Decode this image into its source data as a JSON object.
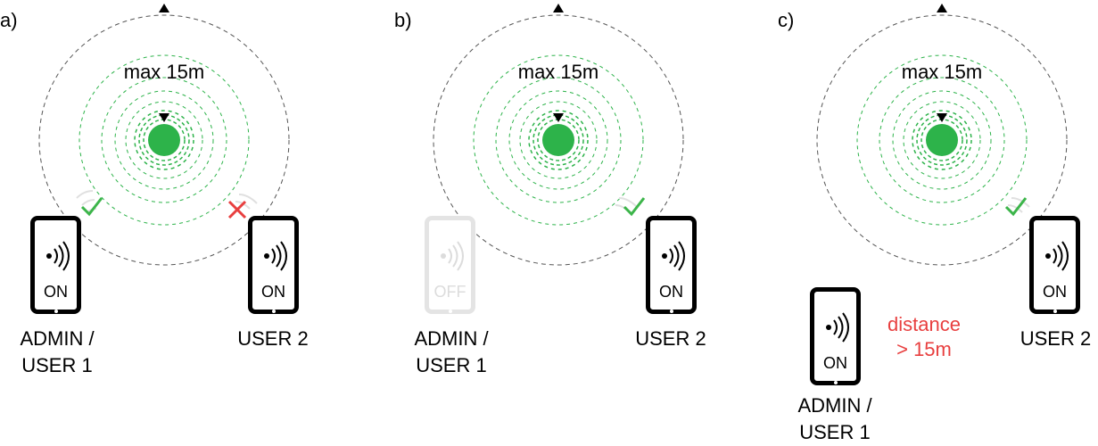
{
  "colors": {
    "range": "#2db34a",
    "ok": "#3cb54a",
    "fail": "#e83f3f",
    "outer": "#555555"
  },
  "panels": [
    {
      "letter": "a)",
      "max_label": "max 15m",
      "phone_left": {
        "state": "ON",
        "label_line1": "ADMIN /",
        "label_line2": "USER 1",
        "status": "check"
      },
      "phone_right": {
        "state": "ON",
        "label_line1": "USER 2",
        "status": "cross"
      }
    },
    {
      "letter": "b)",
      "max_label": "max 15m",
      "phone_left": {
        "state": "OFF",
        "label_line1": "ADMIN /",
        "label_line2": "USER 1"
      },
      "phone_right": {
        "state": "ON",
        "label_line1": "USER 2",
        "status": "check"
      }
    },
    {
      "letter": "c)",
      "max_label": "max 15m",
      "phone_left": {
        "state": "ON",
        "label_line1": "ADMIN /",
        "label_line2": "USER 1"
      },
      "phone_right": {
        "state": "ON",
        "label_line1": "USER 2",
        "status": "check"
      },
      "distance_line1": "distance",
      "distance_line2": "> 15m"
    }
  ]
}
